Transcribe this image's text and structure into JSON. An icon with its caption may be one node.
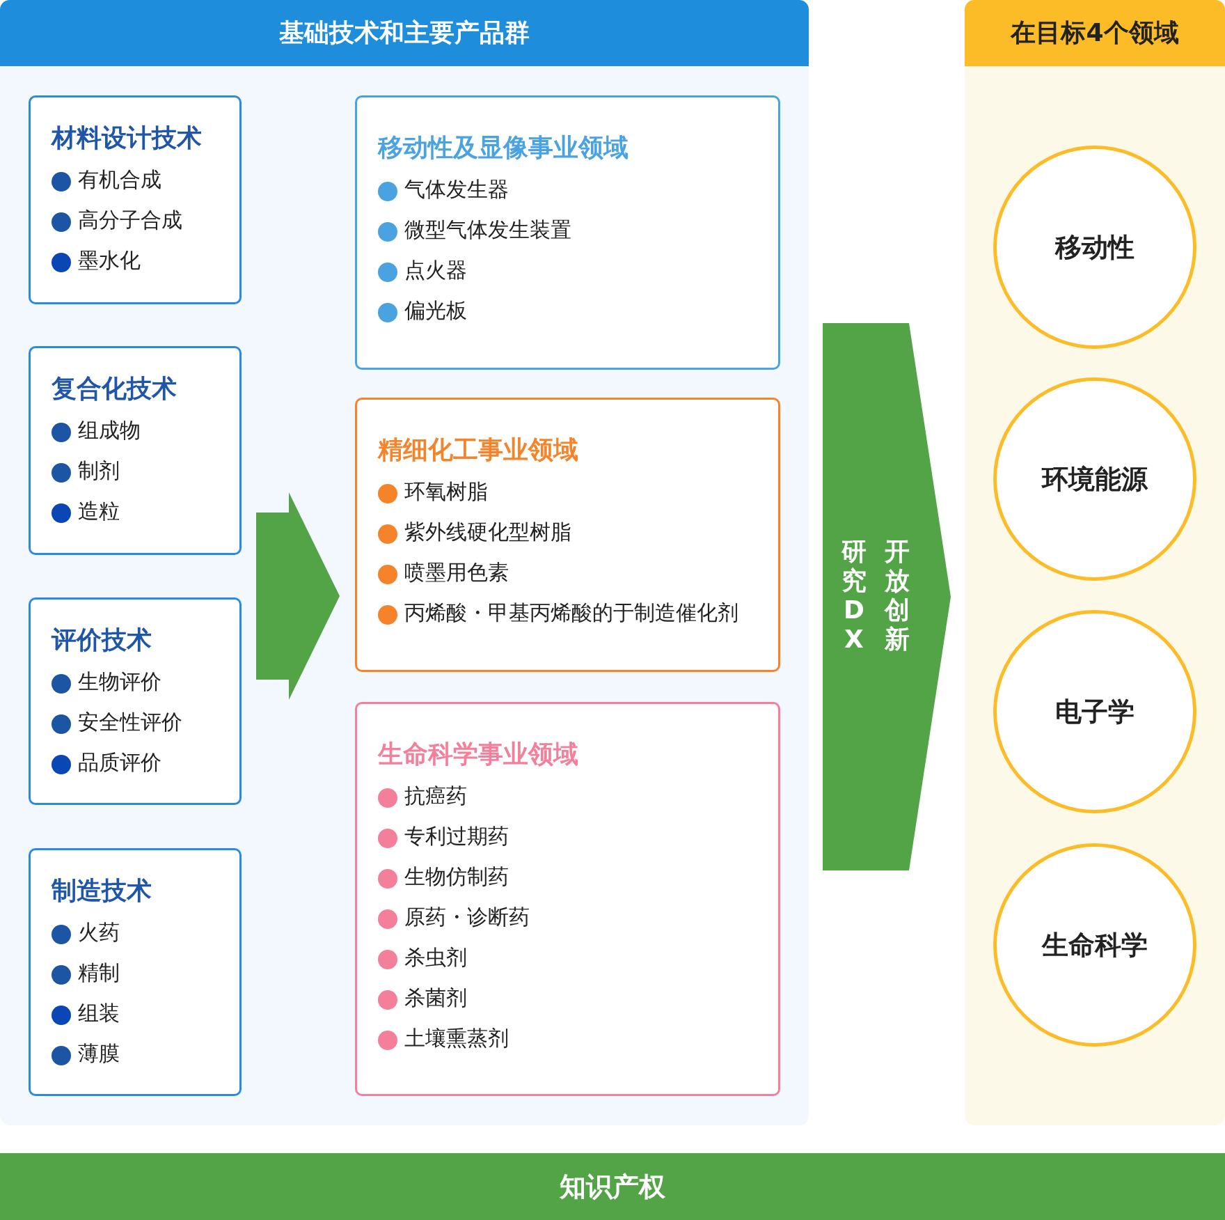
{
  "diagram": {
    "nodes": [
      {
        "text": [
          "基础技术和主要产品群"
        ]
      },
      {
        "text": [
          "材料设计技术",
          "有机合成",
          "高分子合成",
          "墨水化"
        ],
        "in": 0
      },
      {
        "text": [
          "复合化技术",
          "组成物",
          "制剂",
          "造粒"
        ],
        "in": 0
      },
      {
        "text": [
          "评价技术",
          "生物评价",
          "安全性评价",
          "品质评价"
        ],
        "in": 0
      },
      {
        "text": [
          "制造技术",
          "火药",
          "精制",
          "组装",
          "薄膜"
        ],
        "in": 0
      },
      {
        "text": [],
        "shape": "arrow",
        "in": 0
      },
      {
        "text": [
          "移动性及显像事业领域",
          "气体发生器",
          "微型气体发生装置",
          "点火器",
          "偏光板"
        ],
        "in": 0
      },
      {
        "text": [
          "精细化工事业领域",
          "环氧树脂",
          "紫外线硬化型树脂",
          "喷墨用色素",
          "丙烯酸・甲基丙烯酸的于制造催化剂"
        ],
        "in": 0
      },
      {
        "text": [
          "生命科学事业领域",
          "抗癌药",
          "专利过期药",
          "生物仿制药",
          "原药・诊断药",
          "杀虫剂",
          "杀菌剂",
          "土壤熏蒸剂"
        ],
        "in": 0
      },
      {
        "text": [
          "研究DX",
          "开放创新"
        ]
      },
      {
        "text": [
          "在目标4个领域"
        ]
      },
      {
        "text": [
          "移动性"
        ],
        "in": 10
      },
      {
        "text": [
          "环境能源"
        ],
        "in": 10
      },
      {
        "text": [
          "电子学"
        ],
        "in": 10
      },
      {
        "text": [
          "生命科学"
        ],
        "in": 10
      },
      {
        "text": [
          "知识产权"
        ]
      }
    ]
  }
}
